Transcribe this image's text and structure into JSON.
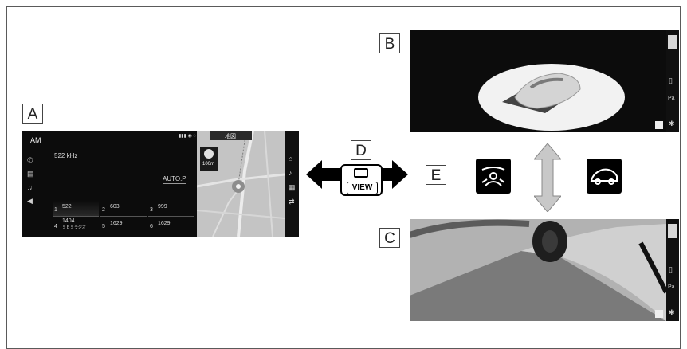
{
  "labels": {
    "a": "A",
    "b": "B",
    "c": "C",
    "d": "D",
    "e": "E"
  },
  "screen_a": {
    "source": "AM",
    "frequency": "522 kHz",
    "auto_p": "AUTO.P",
    "map_title": "地図",
    "map_scale": "100m",
    "presets": [
      {
        "num": "1",
        "freq": "522"
      },
      {
        "num": "2",
        "freq": "603"
      },
      {
        "num": "3",
        "freq": "999"
      },
      {
        "num": "4",
        "freq": "1404",
        "sub": "ＳＢＳラジオ"
      },
      {
        "num": "5",
        "freq": "1629"
      },
      {
        "num": "6",
        "freq": "1629"
      }
    ]
  },
  "view_button": {
    "label": "VIEW"
  },
  "screen_b": {
    "pa_label": "Pa"
  },
  "screen_c": {
    "pa_label": "Pa"
  }
}
